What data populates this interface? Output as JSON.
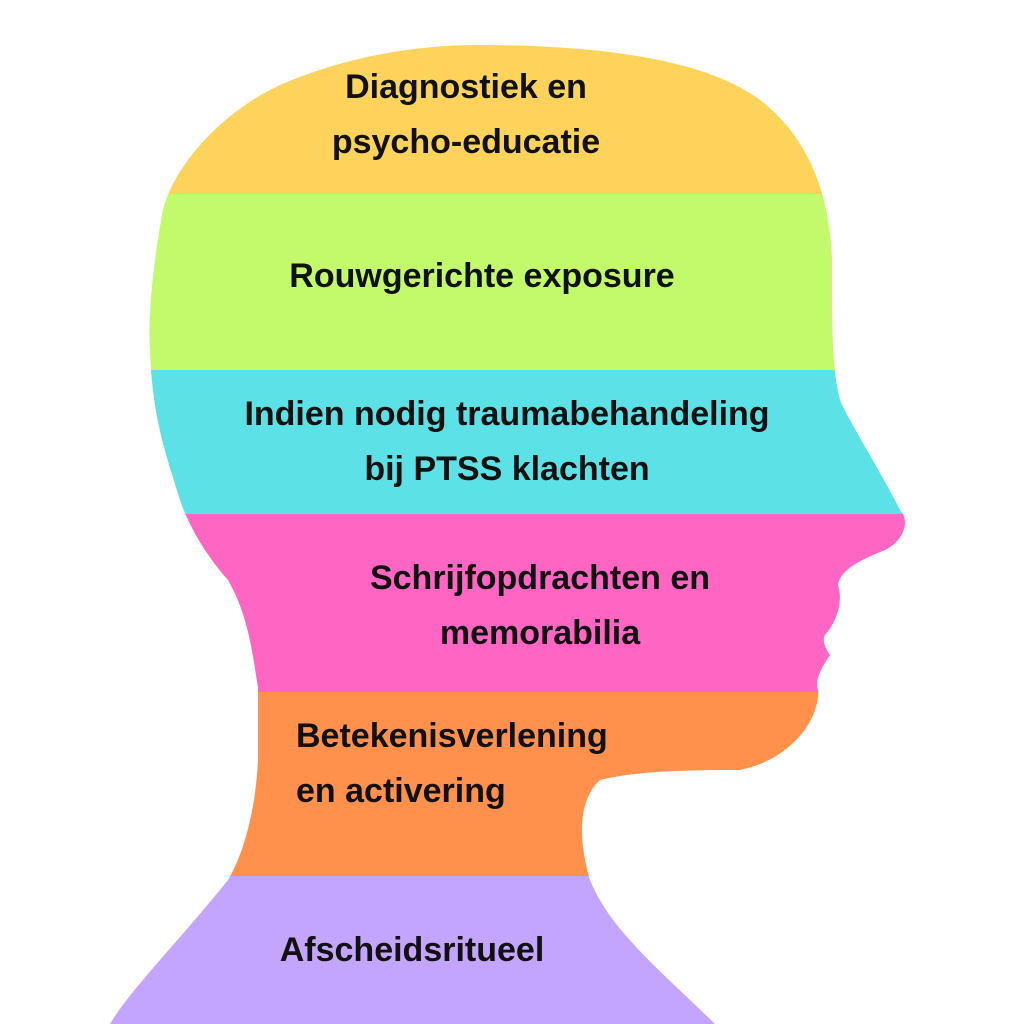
{
  "diagram": {
    "layers": [
      {
        "lines": [
          "Diagnostiek en",
          "psycho-educatie"
        ],
        "color": "#FDD35C"
      },
      {
        "lines": [
          "Rouwgerichte exposure"
        ],
        "color": "#C3FA6B"
      },
      {
        "lines": [
          "Indien nodig traumabehandeling",
          "bij PTSS klachten"
        ],
        "color": "#5CE1E6"
      },
      {
        "lines": [
          "Schrijfopdrachten en",
          "memorabilia"
        ],
        "color": "#FF66C4"
      },
      {
        "lines": [
          "Betekenisverlening",
          "en activering"
        ],
        "color": "#FF914D"
      },
      {
        "lines": [
          "Afscheidsritueel"
        ],
        "color": "#C3A4FE"
      }
    ]
  }
}
